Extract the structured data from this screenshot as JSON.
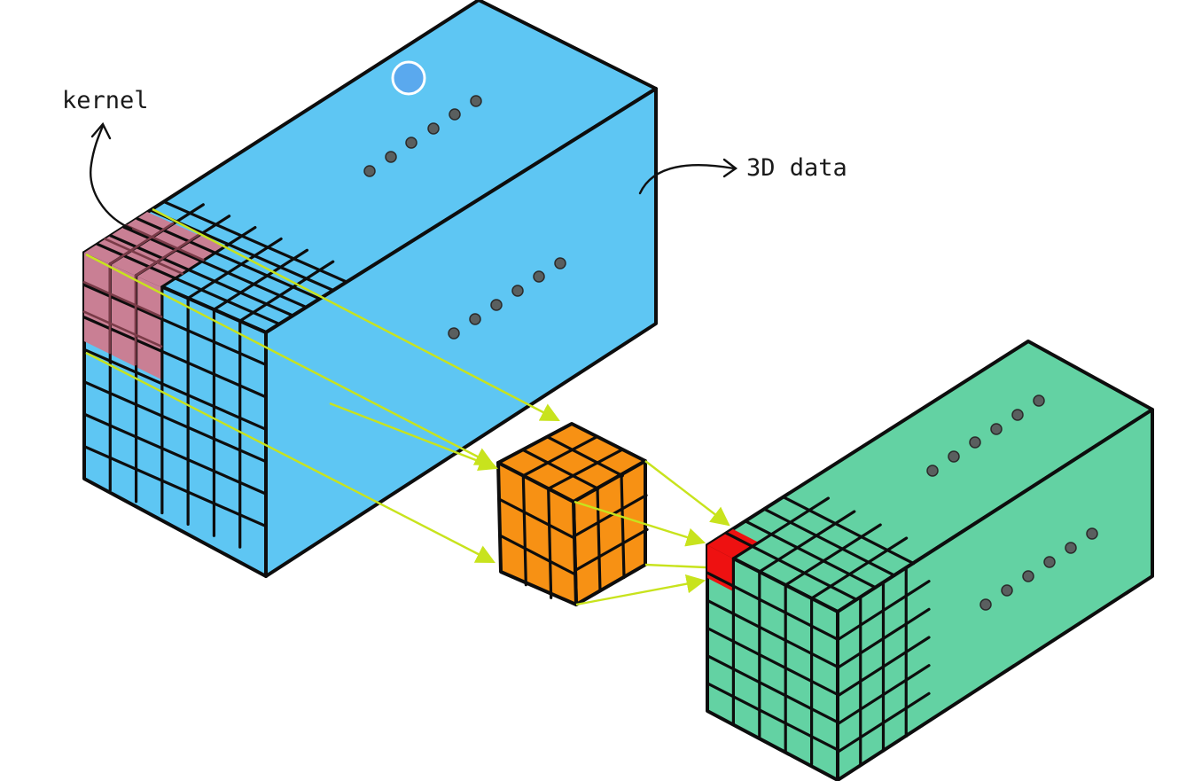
{
  "labels": {
    "kernel": "kernel",
    "data_3d": "3D data"
  },
  "colors": {
    "input_block": "#5ec6f3",
    "kernel_overlay": "#c97f94",
    "kernel_cube": "#f79114",
    "output_block": "#63d2a3",
    "output_cell": "#ee1111",
    "flow_arrows": "#c8e31d",
    "marker": "#5aa9ee"
  },
  "grid": {
    "input_cells": 7,
    "kernel_cells": 3,
    "output_cells": 5
  },
  "icons": {
    "marker": "circle-marker-icon",
    "continuation": "ellipsis-dots-icon"
  }
}
